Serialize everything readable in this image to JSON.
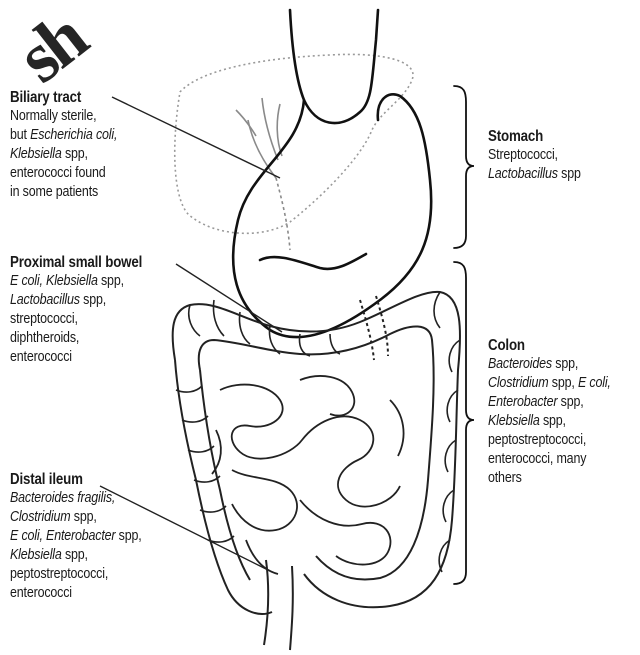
{
  "watermark": "sh",
  "biliary": {
    "title": "Biliary tract",
    "lines": [
      [
        {
          "t": "Normally sterile,",
          "i": false
        }
      ],
      [
        {
          "t": "but ",
          "i": false
        },
        {
          "t": "Escherichia coli,",
          "i": true
        }
      ],
      [
        {
          "t": "Klebsiella",
          "i": true
        },
        {
          "t": " spp,",
          "i": false
        }
      ],
      [
        {
          "t": "enterococci found",
          "i": false
        }
      ],
      [
        {
          "t": "in some patients",
          "i": false
        }
      ]
    ]
  },
  "proximal": {
    "title": "Proximal small bowel",
    "lines": [
      [
        {
          "t": "E coli, Klebsiella",
          "i": true
        },
        {
          "t": " spp,",
          "i": false
        }
      ],
      [
        {
          "t": "Lactobacillus",
          "i": true
        },
        {
          "t": " spp,",
          "i": false
        }
      ],
      [
        {
          "t": "streptococci,",
          "i": false
        }
      ],
      [
        {
          "t": "diphtheroids,",
          "i": false
        }
      ],
      [
        {
          "t": "enterococci",
          "i": false
        }
      ]
    ]
  },
  "distal": {
    "title": "Distal ileum",
    "lines": [
      [
        {
          "t": "Bacteroides fragilis,",
          "i": true
        }
      ],
      [
        {
          "t": "Clostridium",
          "i": true
        },
        {
          "t": " spp,",
          "i": false
        }
      ],
      [
        {
          "t": "E coli, Enterobacter",
          "i": true
        },
        {
          "t": " spp,",
          "i": false
        }
      ],
      [
        {
          "t": "Klebsiella",
          "i": true
        },
        {
          "t": " spp,",
          "i": false
        }
      ],
      [
        {
          "t": "peptostreptococci,",
          "i": false
        }
      ],
      [
        {
          "t": "enterococci",
          "i": false
        }
      ]
    ]
  },
  "stomach": {
    "title": "Stomach",
    "lines": [
      [
        {
          "t": "Streptococci,",
          "i": false
        }
      ],
      [
        {
          "t": "Lactobacillus",
          "i": true
        },
        {
          "t": " spp",
          "i": false
        }
      ]
    ]
  },
  "colon": {
    "title": "Colon",
    "lines": [
      [
        {
          "t": "Bacteroides",
          "i": true
        },
        {
          "t": " spp,",
          "i": false
        }
      ],
      [
        {
          "t": "Clostridium",
          "i": true
        },
        {
          "t": " spp, ",
          "i": false
        },
        {
          "t": "E coli,",
          "i": true
        }
      ],
      [
        {
          "t": "Enterobacter",
          "i": true
        },
        {
          "t": " spp,",
          "i": false
        }
      ],
      [
        {
          "t": "Klebsiella",
          "i": true
        },
        {
          "t": " spp,",
          "i": false
        }
      ],
      [
        {
          "t": "peptostreptococci,",
          "i": false
        }
      ],
      [
        {
          "t": "enterococci, many",
          "i": false
        }
      ],
      [
        {
          "t": "others",
          "i": false
        }
      ]
    ]
  }
}
